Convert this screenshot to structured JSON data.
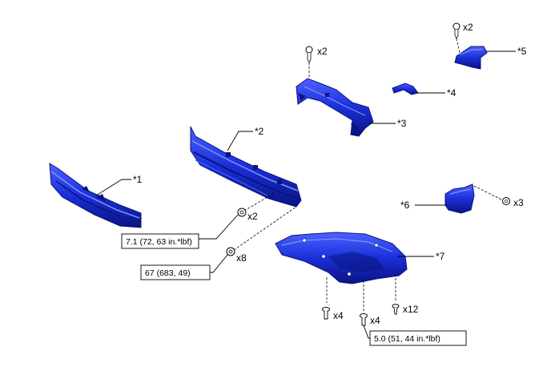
{
  "colors": {
    "part_fill": "#1a2fd8",
    "part_dark": "#0a1480",
    "part_light": "#4d62ff",
    "fastener": "#ffffff"
  },
  "labels": {
    "p1": "*1",
    "p2": "*2",
    "p3": "*3",
    "p4": "*4",
    "p5": "*5",
    "p6": "*6",
    "p7": "*7"
  },
  "quantities": {
    "q5": "x2",
    "q3top": "x2",
    "q6": "x3",
    "q2": "x2",
    "q2b": "x8",
    "q7a": "x4",
    "q7b": "x4",
    "q7c": "x12"
  },
  "torques": {
    "t1": "7.1 (72, 63 in.*lbf)",
    "t2": "67 (683, 49)",
    "t3": "5.0 (51, 44 in.*lbf)"
  }
}
